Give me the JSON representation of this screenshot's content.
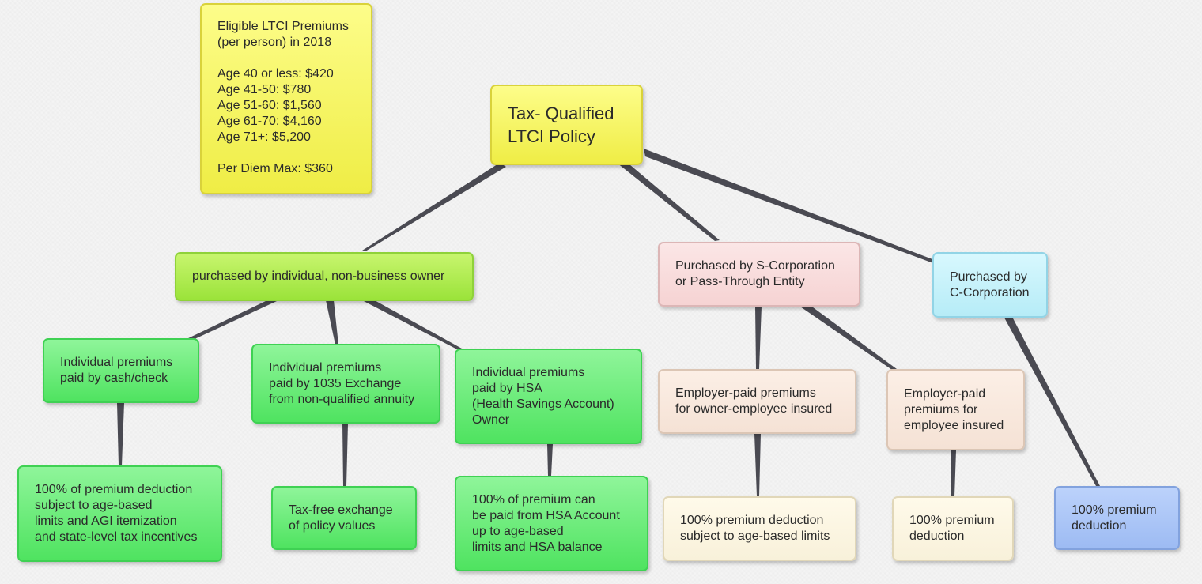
{
  "diagram": {
    "root": {
      "lines": [
        "Tax- Qualified",
        "LTCI Policy"
      ]
    },
    "premium_table": {
      "lines": [
        "Eligible LTCI Premiums",
        "(per person) in 2018",
        "",
        "Age 40 or less: $420",
        "Age 41-50: $780",
        "Age 51-60: $1,560",
        "Age 61-70: $4,160",
        "Age 71+: $5,200",
        "",
        "Per Diem Max: $360"
      ]
    },
    "individual": {
      "label": "purchased by individual, non-business owner",
      "children": [
        {
          "lines": [
            "Individual premiums",
            "paid by cash/check"
          ],
          "outcome": [
            "100% of premium deduction",
            "subject to age-based",
            "limits and AGI itemization",
            "and state-level tax incentives"
          ]
        },
        {
          "lines": [
            "Individual premiums",
            "paid by 1035 Exchange",
            "from non-qualified annuity"
          ],
          "outcome": [
            "Tax-free exchange",
            "of policy values"
          ]
        },
        {
          "lines": [
            "Individual premiums",
            "paid by HSA",
            "(Health Savings Account)",
            "Owner"
          ],
          "outcome": [
            "100% of premium can",
            "be paid from HSA Account",
            "up to age-based",
            "limits and HSA balance"
          ]
        }
      ]
    },
    "s_corp": {
      "lines": [
        "Purchased by S-Corporation",
        "or Pass-Through Entity"
      ],
      "children": [
        {
          "lines": [
            "Employer-paid premiums",
            "for owner-employee insured"
          ],
          "outcome": [
            "100% premium deduction",
            "subject to age-based limits"
          ]
        },
        {
          "lines": [
            "Employer-paid",
            "premiums for",
            "employee insured"
          ],
          "outcome": [
            "100% premium",
            "deduction"
          ]
        }
      ]
    },
    "c_corp": {
      "lines": [
        "Purchased by",
        "C-Corporation"
      ],
      "outcome": [
        "100% premium",
        "deduction"
      ]
    }
  }
}
